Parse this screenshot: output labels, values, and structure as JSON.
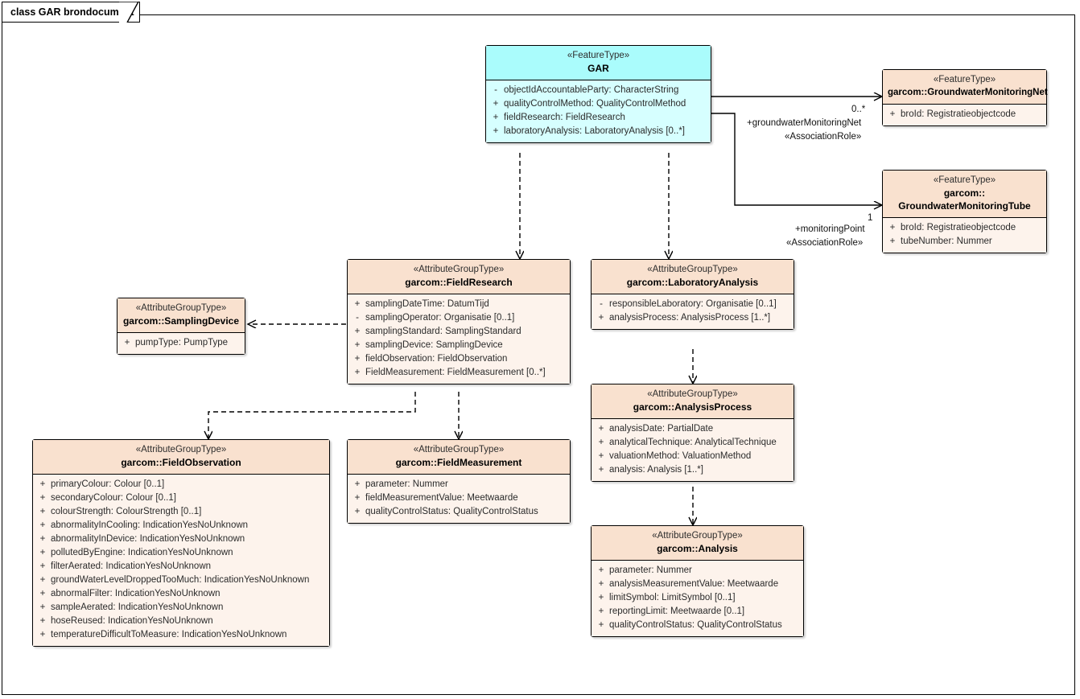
{
  "diagram": {
    "frame_label": "class GAR brondocument",
    "colors": {
      "featuretype_header": "#aafcfc",
      "featuretype_body": "#d6ffff",
      "attributegroup_header": "#f9e1cf",
      "attributegroup_body": "#fdf3ec",
      "border": "#000000",
      "text": "#2b2b2b"
    }
  },
  "classes": {
    "gar": {
      "stereotype": "«FeatureType»",
      "name": "GAR",
      "attributes": [
        {
          "visibility": "-",
          "text": "objectIdAccountableParty: CharacterString"
        },
        {
          "visibility": "+",
          "text": "qualityControlMethod: QualityControlMethod"
        },
        {
          "visibility": "+",
          "text": "fieldResearch: FieldResearch"
        },
        {
          "visibility": "+",
          "text": "laboratoryAnalysis: LaboratoryAnalysis [0..*]"
        }
      ]
    },
    "gwmonitoringnet": {
      "stereotype": "«FeatureType»",
      "name": "garcom::GroundwaterMonitoringNet",
      "attributes": [
        {
          "visibility": "+",
          "text": "broId: Registratieobjectcode"
        }
      ]
    },
    "gwmonitoringtube": {
      "stereotype": "«FeatureType»",
      "name_line1": "garcom::",
      "name_line2": "GroundwaterMonitoringTube",
      "attributes": [
        {
          "visibility": "+",
          "text": "broId: Registratieobjectcode"
        },
        {
          "visibility": "+",
          "text": "tubeNumber: Nummer"
        }
      ]
    },
    "fieldresearch": {
      "stereotype": "«AttributeGroupType»",
      "name": "garcom::FieldResearch",
      "attributes": [
        {
          "visibility": "+",
          "text": "samplingDateTime: DatumTijd"
        },
        {
          "visibility": "-",
          "text": "samplingOperator: Organisatie [0..1]"
        },
        {
          "visibility": "+",
          "text": "samplingStandard: SamplingStandard"
        },
        {
          "visibility": "+",
          "text": "samplingDevice: SamplingDevice"
        },
        {
          "visibility": "+",
          "text": "fieldObservation: FieldObservation"
        },
        {
          "visibility": "+",
          "text": "FieldMeasurement: FieldMeasurement [0..*]"
        }
      ]
    },
    "samplingdevice": {
      "stereotype": "«AttributeGroupType»",
      "name": "garcom::SamplingDevice",
      "attributes": [
        {
          "visibility": "+",
          "text": "pumpType: PumpType"
        }
      ]
    },
    "laboratoryanalysis": {
      "stereotype": "«AttributeGroupType»",
      "name": "garcom::LaboratoryAnalysis",
      "attributes": [
        {
          "visibility": "-",
          "text": "responsibleLaboratory: Organisatie [0..1]"
        },
        {
          "visibility": "+",
          "text": "analysisProcess: AnalysisProcess [1..*]"
        }
      ]
    },
    "analysisprocess": {
      "stereotype": "«AttributeGroupType»",
      "name": "garcom::AnalysisProcess",
      "attributes": [
        {
          "visibility": "+",
          "text": "analysisDate: PartialDate"
        },
        {
          "visibility": "+",
          "text": "analyticalTechnique: AnalyticalTechnique"
        },
        {
          "visibility": "+",
          "text": "valuationMethod: ValuationMethod"
        },
        {
          "visibility": "+",
          "text": "analysis: Analysis [1..*]"
        }
      ]
    },
    "analysis": {
      "stereotype": "«AttributeGroupType»",
      "name": "garcom::Analysis",
      "attributes": [
        {
          "visibility": "+",
          "text": "parameter: Nummer"
        },
        {
          "visibility": "+",
          "text": "analysisMeasurementValue: Meetwaarde"
        },
        {
          "visibility": "+",
          "text": "limitSymbol: LimitSymbol [0..1]"
        },
        {
          "visibility": "+",
          "text": "reportingLimit: Meetwaarde [0..1]"
        },
        {
          "visibility": "+",
          "text": "qualityControlStatus: QualityControlStatus"
        }
      ]
    },
    "fieldobservation": {
      "stereotype": "«AttributeGroupType»",
      "name": "garcom::FieldObservation",
      "attributes": [
        {
          "visibility": "+",
          "text": "primaryColour: Colour [0..1]"
        },
        {
          "visibility": "+",
          "text": "secondaryColour: Colour [0..1]"
        },
        {
          "visibility": "+",
          "text": "colourStrength: ColourStrength [0..1]"
        },
        {
          "visibility": "+",
          "text": "abnormalityInCooling: IndicationYesNoUnknown"
        },
        {
          "visibility": "+",
          "text": "abnormalityInDevice: IndicationYesNoUnknown"
        },
        {
          "visibility": "+",
          "text": "pollutedByEngine: IndicationYesNoUnknown"
        },
        {
          "visibility": "+",
          "text": "filterAerated: IndicationYesNoUnknown"
        },
        {
          "visibility": "+",
          "text": "groundWaterLevelDroppedTooMuch: IndicationYesNoUnknown"
        },
        {
          "visibility": "+",
          "text": "abnormalFilter: IndicationYesNoUnknown"
        },
        {
          "visibility": "+",
          "text": "sampleAerated: IndicationYesNoUnknown"
        },
        {
          "visibility": "+",
          "text": "hoseReused: IndicationYesNoUnknown"
        },
        {
          "visibility": "+",
          "text": "temperatureDifficultToMeasure: IndicationYesNoUnknown"
        }
      ]
    },
    "fieldmeasurement": {
      "stereotype": "«AttributeGroupType»",
      "name": "garcom::FieldMeasurement",
      "attributes": [
        {
          "visibility": "+",
          "text": "parameter: Nummer"
        },
        {
          "visibility": "+",
          "text": "fieldMeasurementValue: Meetwaarde"
        },
        {
          "visibility": "+",
          "text": "qualityControlStatus: QualityControlStatus"
        }
      ]
    }
  },
  "connectors": {
    "gar_to_net": {
      "multiplicity": "0..*",
      "role": "+groundwaterMonitoringNet",
      "stereotype": "«AssociationRole»"
    },
    "gar_to_tube": {
      "multiplicity": "1",
      "role": "+monitoringPoint",
      "stereotype": "«AssociationRole»"
    }
  }
}
